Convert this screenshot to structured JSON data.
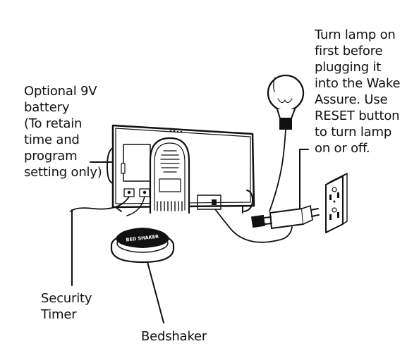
{
  "labels": {
    "battery": "Optional 9V\nbattery\n(To retain\ntime and\nprogram\nsetting only)",
    "lamp": "Turn lamp on\nfirst before\nplugging it\ninto the Wake\nAssure. Use\nRESET button\nto turn lamp\non or off.",
    "security": "Security\nTimer",
    "bedshaker": "Bedshaker"
  },
  "bedshaker_logo": "BED SHAKER"
}
